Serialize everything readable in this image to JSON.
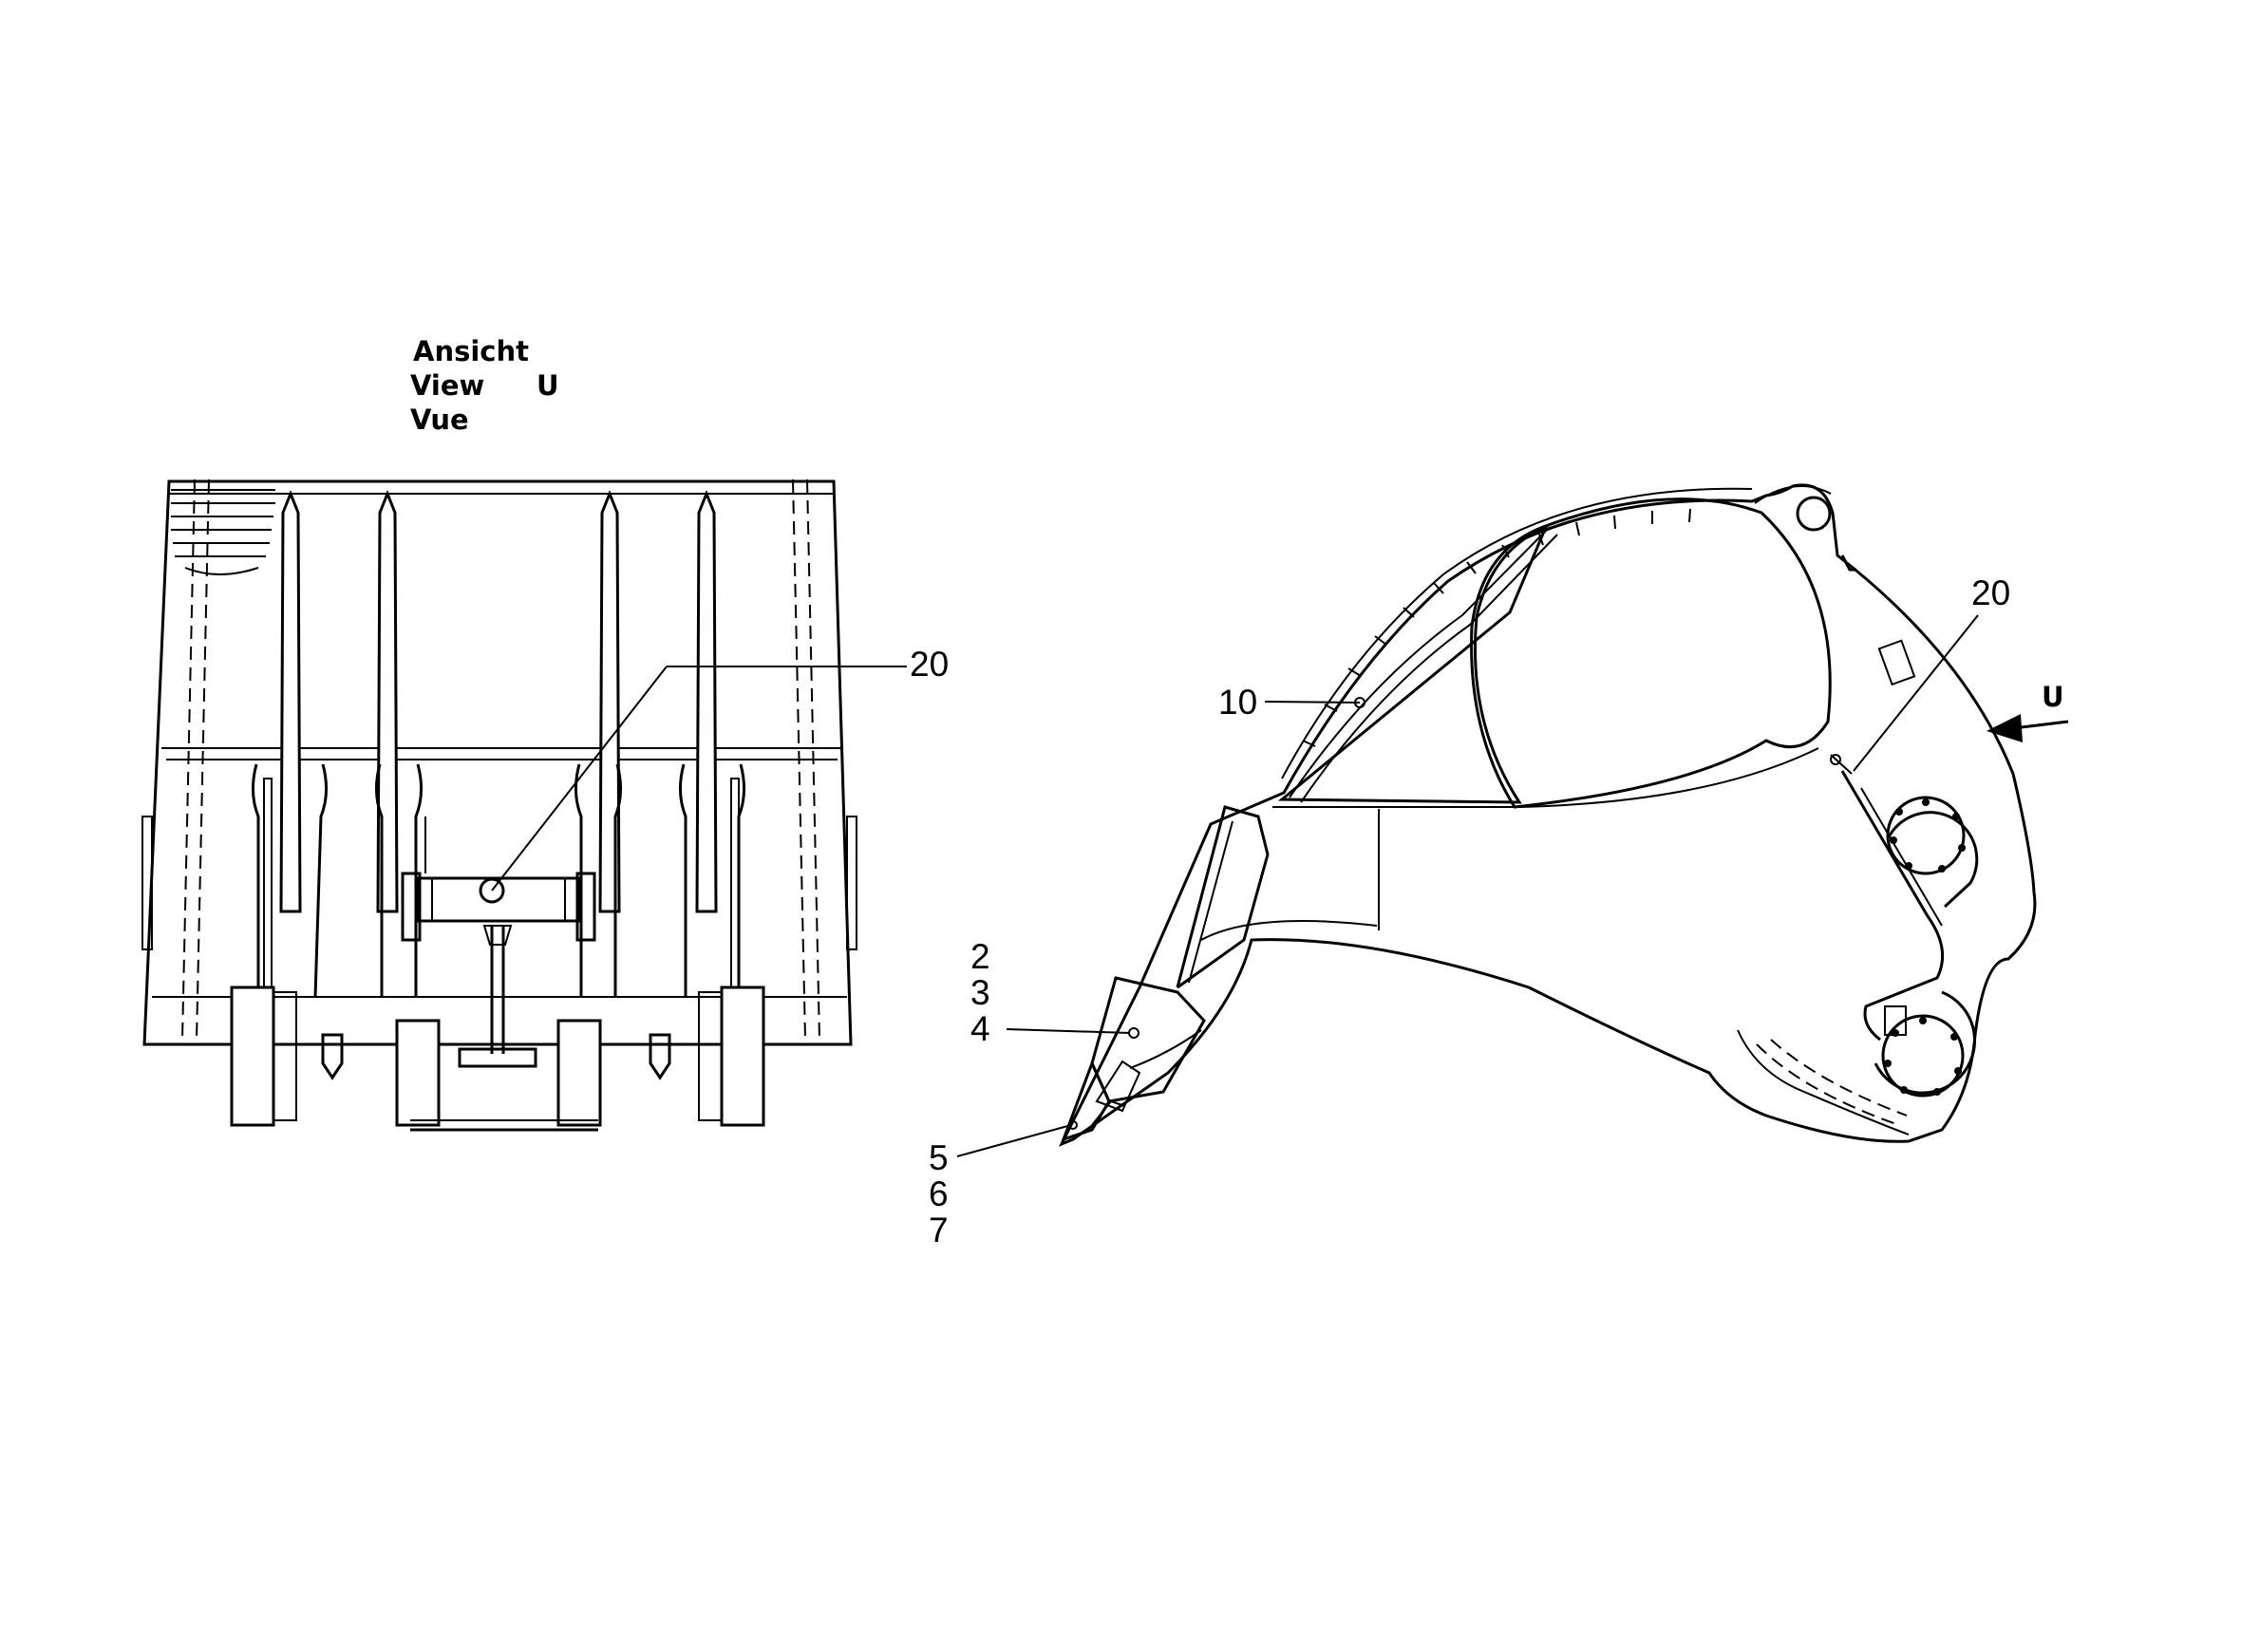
{
  "view_caption": {
    "line1": "Ansicht",
    "line2": "View",
    "line3": "Vue",
    "view_letter": "U"
  },
  "callouts_front": {
    "part_20": "20"
  },
  "callouts_side": {
    "part_10": "10",
    "part_20": "20",
    "part_2": "2",
    "part_3": "3",
    "part_4": "4",
    "part_5": "5",
    "part_6": "6",
    "part_7": "7",
    "arrow_letter": "U"
  }
}
